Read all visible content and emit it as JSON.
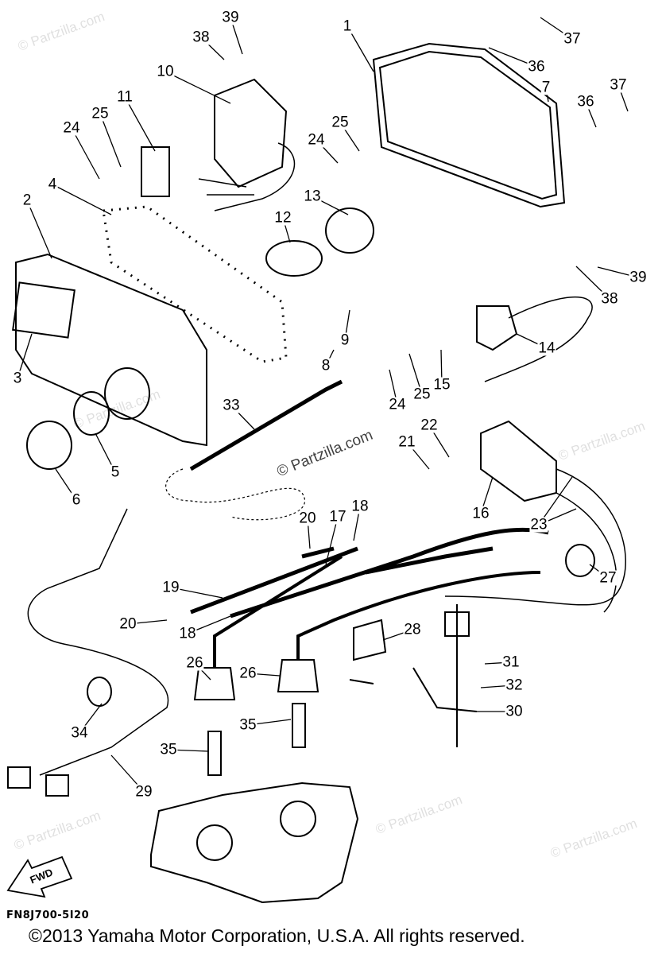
{
  "diagram": {
    "callouts": [
      "1",
      "39",
      "38",
      "37",
      "36",
      "7",
      "37",
      "36",
      "10",
      "11",
      "25",
      "24",
      "24",
      "25",
      "13",
      "12",
      "2",
      "4",
      "3",
      "39",
      "38",
      "14",
      "9",
      "8",
      "24",
      "25",
      "15",
      "33",
      "5",
      "6",
      "21",
      "22",
      "16",
      "23",
      "18",
      "17",
      "20",
      "19",
      "20",
      "18",
      "27",
      "28",
      "26",
      "26",
      "31",
      "32",
      "30",
      "34",
      "35",
      "35",
      "29"
    ],
    "fwd_label": "FWD",
    "watermark": "© Partzilla.com",
    "diagram_code": "FN8J700-5I20",
    "copyright": "©2013  Yamaha Motor Corporation, U.S.A. All rights reserved."
  }
}
